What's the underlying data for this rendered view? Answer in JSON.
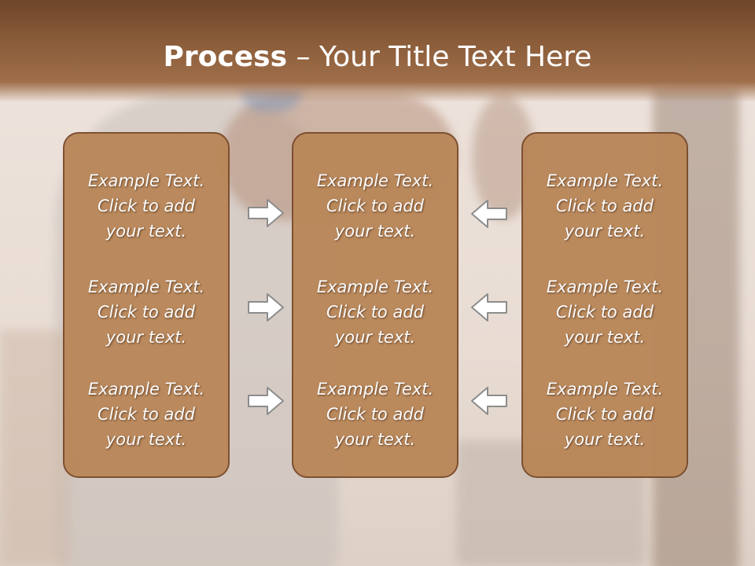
{
  "slide": {
    "title_bold": "Process",
    "title_rest": " – Your Title Text Here"
  },
  "columns": [
    {
      "items": [
        {
          "line1": "Example Text.",
          "line2": "Click  to add",
          "line3": "your text."
        },
        {
          "line1": "Example Text.",
          "line2": "Click  to add",
          "line3": "your text."
        },
        {
          "line1": "Example Text.",
          "line2": "Click  to add",
          "line3": "your text."
        }
      ]
    },
    {
      "items": [
        {
          "line1": "Example Text.",
          "line2": "Click  to add",
          "line3": "your text."
        },
        {
          "line1": "Example Text.",
          "line2": "Click  to add",
          "line3": "your text."
        },
        {
          "line1": "Example Text.",
          "line2": "Click  to add",
          "line3": "your text."
        }
      ]
    },
    {
      "items": [
        {
          "line1": "Example Text.",
          "line2": "Click  to add",
          "line3": "your text."
        },
        {
          "line1": "Example Text.",
          "line2": "Click  to add",
          "line3": "your text."
        },
        {
          "line1": "Example Text.",
          "line2": "Click  to add",
          "line3": "your text."
        }
      ]
    }
  ],
  "arrows": {
    "left_group": "arrow-right-icon",
    "right_group": "arrow-left-icon"
  },
  "colors": {
    "title_band": "#8a5c39",
    "box_fill": "#b98759",
    "box_border": "#7a4c2c",
    "text": "#ffffff"
  }
}
